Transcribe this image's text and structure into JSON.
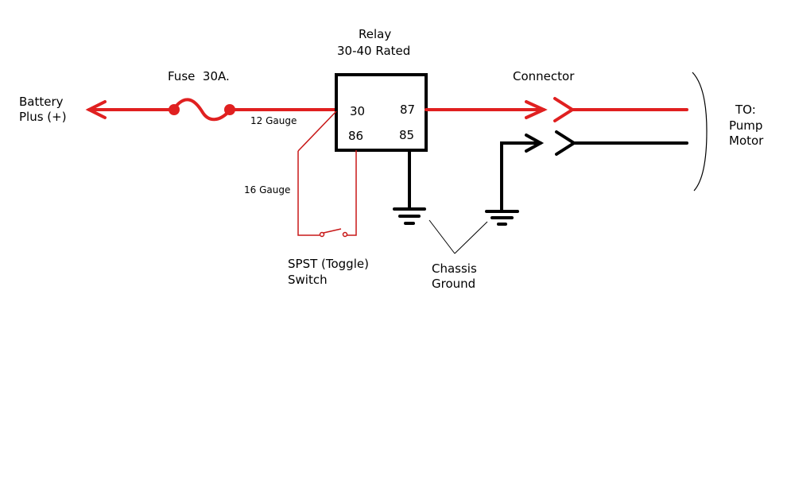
{
  "labels": {
    "battery_line1": "Battery",
    "battery_line2": "Plus (+)",
    "fuse": "Fuse  30A.",
    "relay_line1": "Relay",
    "relay_line2": "30-40 Rated",
    "pin_30": "30",
    "pin_87": "87",
    "pin_86": "86",
    "pin_85": "85",
    "gauge_12": "12 Gauge",
    "gauge_16": "16 Gauge",
    "connector": "Connector",
    "to_line1": "TO:",
    "to_line2": "Pump",
    "to_line3": "Motor",
    "switch_line1": "SPST (Toggle)",
    "switch_line2": "Switch",
    "ground_line1": "Chassis",
    "ground_line2": "Ground"
  },
  "colors": {
    "wire_power": "#e02020",
    "wire_switch": "#c81818",
    "wire_ground": "#000000"
  }
}
